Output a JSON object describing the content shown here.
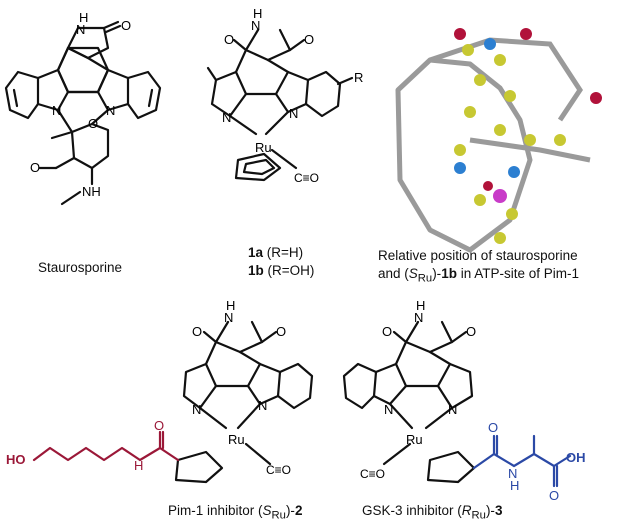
{
  "figure": {
    "captions": {
      "staurosporine": "Staurosporine",
      "compound_1a": {
        "id": "1a",
        "text": " (R=H)"
      },
      "compound_1b": {
        "id": "1b",
        "text": " (R=OH)"
      },
      "overlay_line1": "Relative position of staurosporine",
      "overlay_line2": {
        "pre": "and (",
        "s": "S",
        "sub": "Ru",
        "post": ")-",
        "id": "1b",
        "tail": " in ATP-site of Pim-1"
      },
      "pim1": {
        "pre": "Pim-1 inhibitor (",
        "s": "S",
        "sub": "Ru",
        "post": ")-",
        "id": "2"
      },
      "gsk3": {
        "pre": "GSK-3 inhibitor (",
        "s": "R",
        "sub": "Ru",
        "post": ")-",
        "id": "3"
      }
    },
    "atom_labels": {
      "H": "H",
      "N": "N",
      "O": "O",
      "Ru": "Ru",
      "R": "R",
      "CO": "C≡O",
      "NH": "NH",
      "HO": "HO",
      "OH": "OH",
      "H_N": "H"
    },
    "colors": {
      "bond": "#111111",
      "pim_accent": "#9b1838",
      "gsk_accent": "#2b49a6",
      "carbon_overlay": "#c7c832",
      "nitrogen_overlay": "#2c7fd1",
      "oxygen_overlay": "#b1123a",
      "ruthenium_overlay": "#c83cc8",
      "stick_gray": "#9a9a9a"
    }
  }
}
